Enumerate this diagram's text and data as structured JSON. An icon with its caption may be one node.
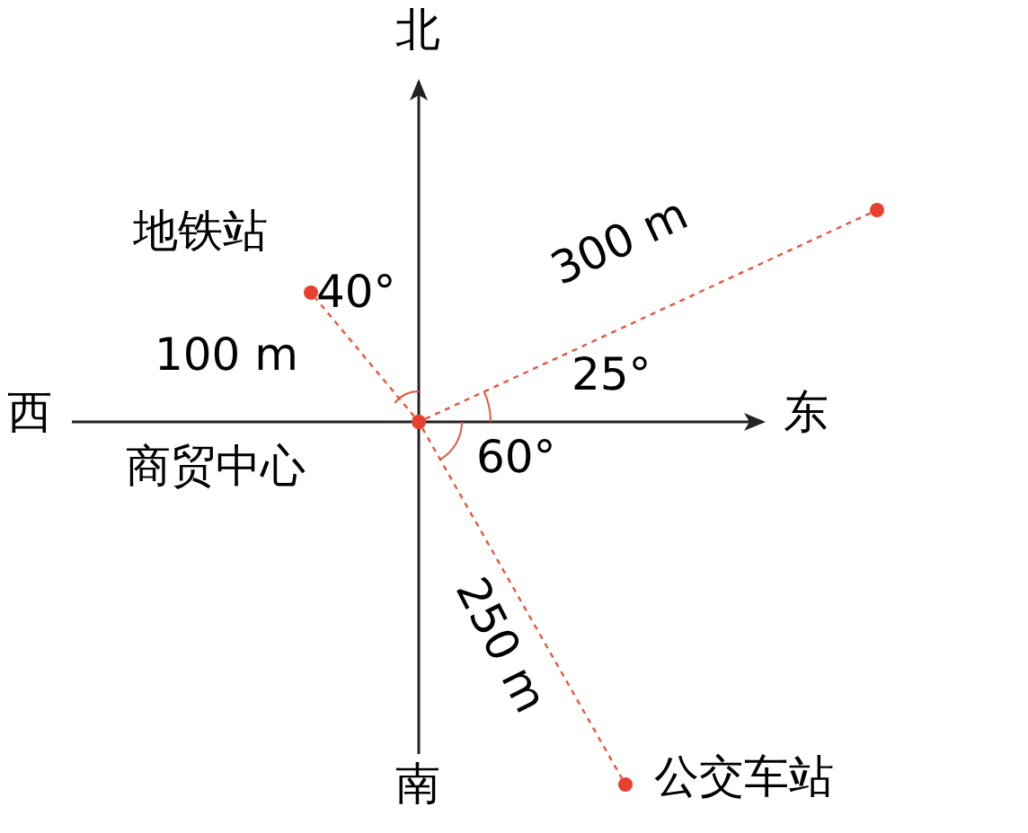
{
  "diagram": {
    "nodes": [
      {
        "text": [],
        "shape": "circle",
        "beside": [
          "商贸中心"
        ]
      },
      {
        "text": [],
        "shape": "circle",
        "beside": [
          "地铁站"
        ]
      },
      {
        "text": [],
        "shape": "circle"
      },
      {
        "text": [],
        "shape": "circle",
        "beside": [
          "公交车站"
        ]
      }
    ],
    "edges": [
      {
        "from": 0,
        "to": 1,
        "arrow": "none",
        "label": "100 m",
        "style": "dashed",
        "color": "#e8553f"
      },
      {
        "from": 0,
        "to": 2,
        "arrow": "none",
        "label": "300 m",
        "style": "dashed",
        "color": "#e8553f"
      },
      {
        "from": 0,
        "to": 3,
        "arrow": "none",
        "label": "250 m",
        "style": "dashed",
        "color": "#e8553f"
      }
    ],
    "labels": [
      "北",
      "西",
      "东",
      "南",
      "40°",
      "25°",
      "60°"
    ]
  }
}
